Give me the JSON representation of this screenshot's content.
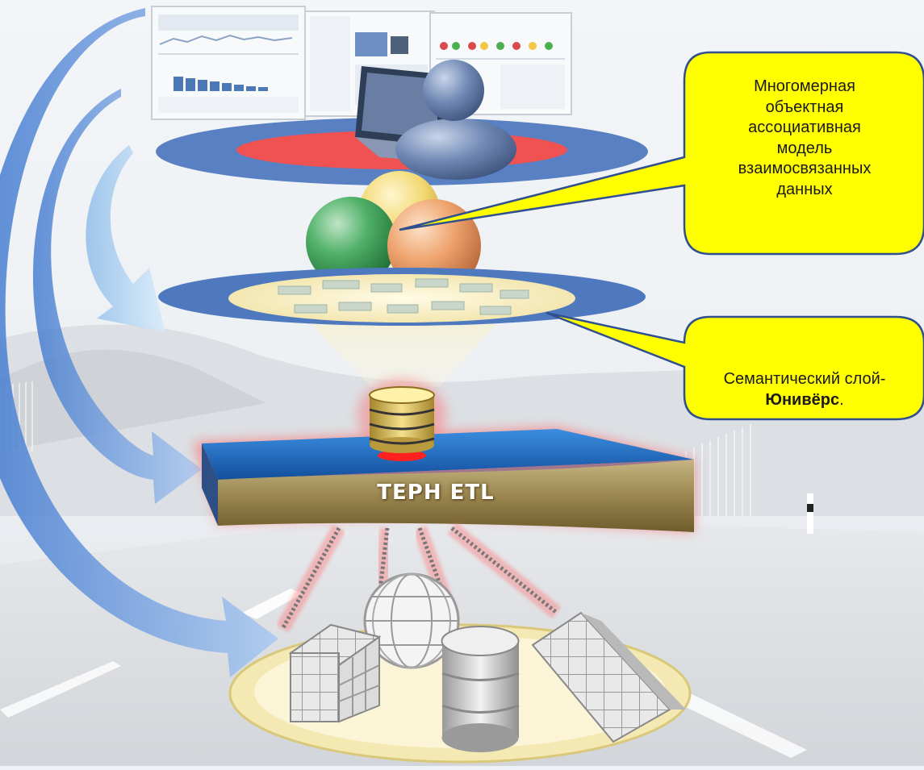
{
  "callouts": [
    {
      "lines": [
        "Многомерная",
        "объектная",
        "ассоциативная",
        "модель",
        "взаимосвязанных",
        "данных"
      ]
    },
    {
      "line1": "Семантический слой-",
      "line2_bold": "Юнивёрс",
      "line2_rest": "."
    }
  ],
  "etl_band": {
    "label": "TEPH ETL"
  },
  "colors": {
    "callout_fill": "#ffff00",
    "callout_stroke": "#2f4f8f",
    "platter_blue": "#4a7ac0",
    "platter_red": "#f04c4c",
    "band_blue": "#1e63b8",
    "band_gold": "#a8935a",
    "arrow_blue": "#6f9fdc",
    "glow_red": "#ff6b6b"
  },
  "icons": [
    "dashboard-screenshots",
    "user-icon",
    "laptop-icon",
    "spheres-model",
    "semantic-layer-platter",
    "database-icon",
    "etl-band",
    "cube-icon",
    "globe-icon",
    "cylinder-database-icon",
    "grid-plane-icon"
  ]
}
